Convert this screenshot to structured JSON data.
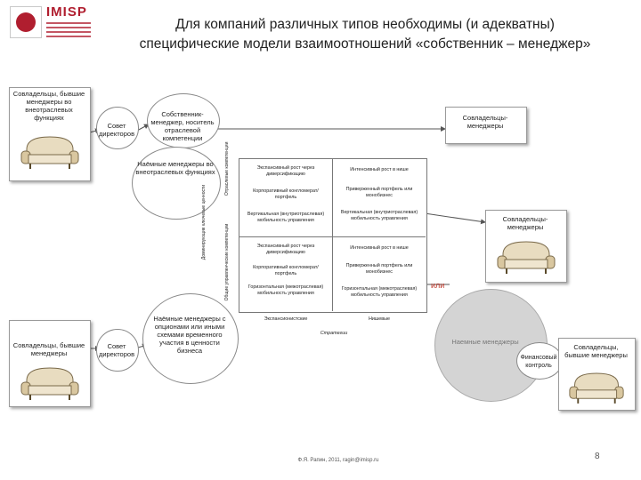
{
  "logo": {
    "name": "IMISP"
  },
  "title": {
    "line1": "Для компаний различных типов необходимы (и адекватны)",
    "line2": "специфические модели взаимоотношений «собственник – менеджер»"
  },
  "top_left": {
    "owners_label": "Совладельцы, бывшие менеджеры во внеотраслевых функциях",
    "board_label": "Совет директоров",
    "owner_manager_label": "Собственник-менеджер, носитель отраслевой компетенции",
    "hired_managers_label": "Наёмные менеджеры во внеотраслевых функциях"
  },
  "top_right": {
    "owner_managers_label": "Совладельцы-менеджеры"
  },
  "bottom_left": {
    "owners_label": "Совладельцы, бывшие менеджеры",
    "board_label": "Совет директоров",
    "hired_managers_label": "Наёмные менеджеры с опционами или иными схемами временного участия в ценности бизнеса"
  },
  "axis": {
    "y_main": "Доминирующие ключевые ценности",
    "y_upper": "Отраслевые компетенции",
    "y_lower": "Общие управленческие компетенции",
    "x_left": "Экспансионистские",
    "x_right": "Нишевые",
    "x_title": "Стратегии"
  },
  "matrix": {
    "top_left": [
      "Экспансивный рост через диверсификацию",
      "Корпоративный конгломерат/портфель",
      "Вертикальная (внутриотраслевая) мобильность управления"
    ],
    "top_right": [
      "Интенсивный рост в нише",
      "Приверженный портфель или монобизнес",
      "Вертикальная (внутриотраслевая) мобильность управления"
    ],
    "bottom_left": [
      "Экспансивный рост через диверсификацию",
      "Корпоративный конгломерат/портфель",
      "Горизонтальная (межотраслевая) мобильность управления"
    ],
    "bottom_right": [
      "Интенсивный рост в нише",
      "Приверженный портфель или монобизнес",
      "Горизонтальная (межотраслевая) мобильность управления"
    ]
  },
  "right_side": {
    "middle_owner_managers_label": "Совладельцы-менеджеры",
    "or_label": "или",
    "hired_managers_label": "Наемные менеджеры",
    "financial_control_label": "Финансовый контроль",
    "bottom_owners_label": "Совладельцы, бывшие менеджеры"
  },
  "footer": {
    "author": "Ф.Я. Рапин, 2011, ragin@imisp.ru",
    "page": "8"
  },
  "colors": {
    "brand": "#b01e2f",
    "arrow": "#555555",
    "or_text": "#c0392b",
    "big_circle": "#d4d4d4"
  }
}
